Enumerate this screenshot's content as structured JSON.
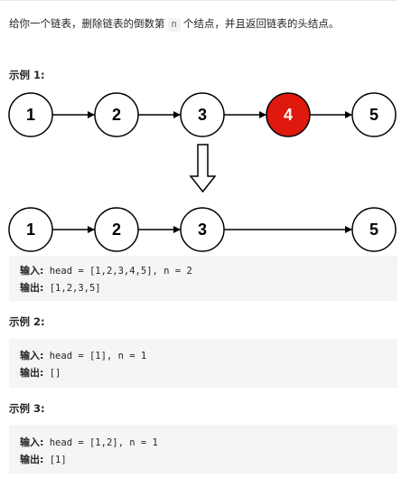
{
  "problem": {
    "desc_before": "给你一个链表，删除链表的倒数第",
    "desc_code": "n",
    "desc_after": "个结点，并且返回链表的头结点。"
  },
  "diagram": {
    "top_nodes": [
      "1",
      "2",
      "3",
      "4",
      "5"
    ],
    "bottom_nodes": [
      "1",
      "2",
      "3",
      "5"
    ],
    "removed_node_color": "#e0190e",
    "node_color": "#ffffff"
  },
  "examples": [
    {
      "title": "示例 1:",
      "input_label": "输入:",
      "input_value": "head = [1,2,3,4,5], n = 2",
      "output_label": "输出:",
      "output_value": "[1,2,3,5]"
    },
    {
      "title": "示例 2:",
      "input_label": "输入:",
      "input_value": "head = [1], n = 1",
      "output_label": "输出:",
      "output_value": "[]"
    },
    {
      "title": "示例 3:",
      "input_label": "输入:",
      "input_value": "head = [1,2], n = 1",
      "output_label": "输出:",
      "output_value": "[1]"
    }
  ]
}
